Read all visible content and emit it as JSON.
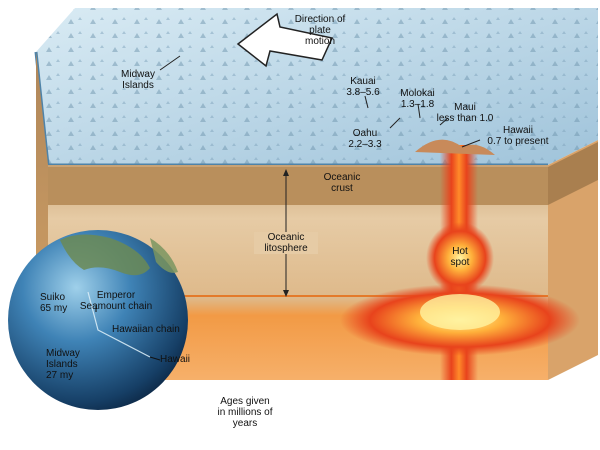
{
  "diagram": {
    "direction_label": [
      "Direction of",
      "plate",
      "motion"
    ],
    "midway_label": [
      "Midway",
      "Islands"
    ],
    "kauai": [
      "Kauai",
      "3.8–5.6"
    ],
    "molokai": [
      "Molokai",
      "1.3–1.8"
    ],
    "maui": [
      "Maui",
      "less than 1.0"
    ],
    "oahu": [
      "Oahu",
      "2.2–3.3"
    ],
    "hawaii": [
      "Hawaii",
      "0.7 to present"
    ],
    "oceanic_crust": [
      "Oceanic",
      "crust"
    ],
    "oceanic_lithosphere": [
      "Oceanic",
      "litosphere"
    ],
    "hot_spot": [
      "Hot",
      "spot"
    ],
    "globe": {
      "emperor": [
        "Emperor",
        "Seamount chain"
      ],
      "suiko": [
        "Suiko",
        "65 my"
      ],
      "hawaiian_chain": "Hawaiian chain",
      "midway": [
        "Midway",
        "Islands",
        "27 my"
      ],
      "hawaii": "Hawaii"
    },
    "ages_note": [
      "Ages given",
      "in millions of",
      "years"
    ]
  },
  "colors": {
    "sea_floor": "#b9d6e6",
    "water_line": "#4f83a8",
    "crust": "#b98f5c",
    "lithosphere": "#dfc29a",
    "asthenosphere": "#f0a050",
    "magma": "#e8431c",
    "hot_core": "#ffd24a",
    "globe_ocean": "#1f5f92"
  }
}
